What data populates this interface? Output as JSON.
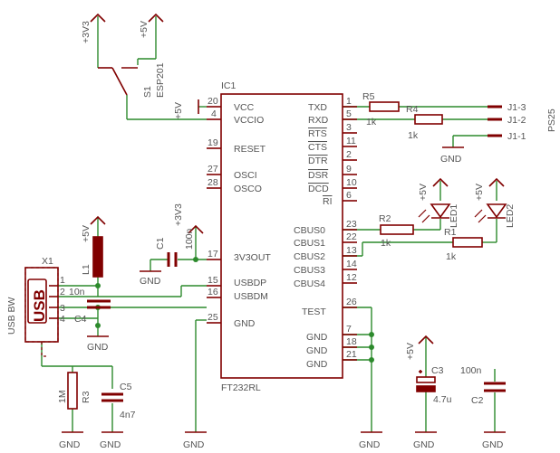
{
  "ic": {
    "ref": "IC1",
    "part": "FT232RL",
    "left_pins": [
      {
        "num": "20",
        "name": "VCC"
      },
      {
        "num": "4",
        "name": "VCCIO"
      },
      {
        "num": "19",
        "name": "RESET"
      },
      {
        "num": "27",
        "name": "OSCI"
      },
      {
        "num": "28",
        "name": "OSCO"
      },
      {
        "num": "17",
        "name": "3V3OUT"
      },
      {
        "num": "15",
        "name": "USBDP"
      },
      {
        "num": "16",
        "name": "USBDM"
      },
      {
        "num": "25",
        "name": "GND"
      }
    ],
    "right_pins": [
      {
        "num": "1",
        "name": "TXD"
      },
      {
        "num": "5",
        "name": "RXD"
      },
      {
        "num": "3",
        "name": "RTS"
      },
      {
        "num": "11",
        "name": "CTS"
      },
      {
        "num": "2",
        "name": "DTR"
      },
      {
        "num": "9",
        "name": "DSR"
      },
      {
        "num": "10",
        "name": "DCD"
      },
      {
        "num": "6",
        "name": "RI"
      },
      {
        "num": "23",
        "name": "CBUS0"
      },
      {
        "num": "22",
        "name": "CBUS1"
      },
      {
        "num": "13",
        "name": "CBUS2"
      },
      {
        "num": "14",
        "name": "CBUS3"
      },
      {
        "num": "12",
        "name": "CBUS4"
      },
      {
        "num": "26",
        "name": "TEST"
      },
      {
        "num": "7",
        "name": "GND"
      },
      {
        "num": "18",
        "name": "GND"
      },
      {
        "num": "21",
        "name": "GND"
      }
    ]
  },
  "power": {
    "v33": "+3V3",
    "v5": "+5V",
    "gnd": "GND"
  },
  "switch": {
    "ref": "S1",
    "part": "ESP201"
  },
  "components": {
    "r5": {
      "ref": "R5",
      "value": "1k"
    },
    "r4": {
      "ref": "R4",
      "value": "1k"
    },
    "r2": {
      "ref": "R2",
      "value": "1k"
    },
    "r1": {
      "ref": "R1",
      "value": "1k"
    },
    "r3": {
      "ref": "R3",
      "value": "1M"
    },
    "l1": {
      "ref": "L1"
    },
    "c1": {
      "ref": "C1",
      "value": "100n"
    },
    "c4": {
      "ref": "C4",
      "value": "10n"
    },
    "c5": {
      "ref": "C5",
      "value": "4n7"
    },
    "c3": {
      "ref": "C3",
      "value": "4.7u"
    },
    "c2": {
      "ref": "C2",
      "value": "100n"
    },
    "led1": {
      "ref": "LED1"
    },
    "led2": {
      "ref": "LED2"
    }
  },
  "connector_j1": {
    "part": "PS25",
    "pins": [
      "J1-3",
      "J1-2",
      "J1-1"
    ]
  },
  "connector_x1": {
    "ref": "X1",
    "part": "USB BW",
    "label": "USB",
    "pins": [
      "1",
      "2",
      "3",
      "4"
    ]
  }
}
